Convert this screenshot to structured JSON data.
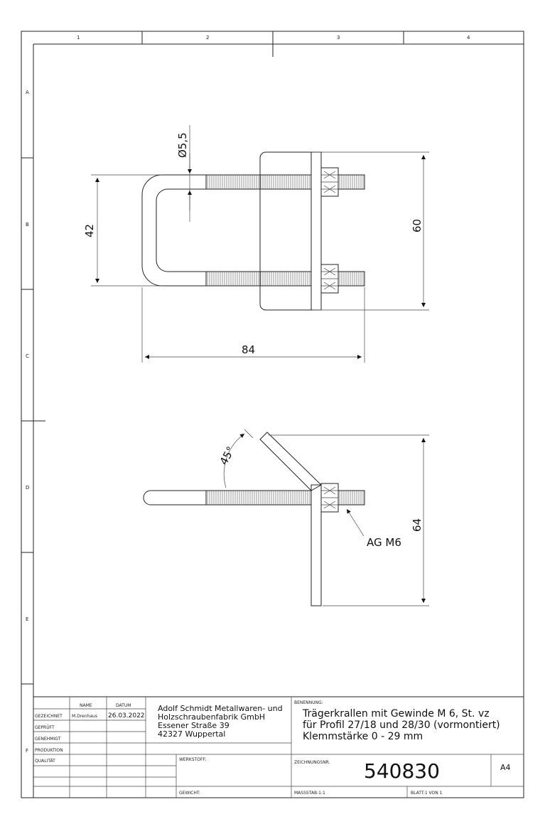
{
  "frame": {
    "columns": [
      "1",
      "2",
      "3",
      "4"
    ],
    "rows": [
      "A",
      "B",
      "C",
      "D",
      "E",
      "F"
    ]
  },
  "top_view": {
    "dim_diameter": "Ø5,5",
    "dim_height_inner": "42",
    "dim_height_outer": "60",
    "dim_width": "84"
  },
  "side_view": {
    "dim_angle": "45°",
    "dim_height": "64",
    "thread_label": "AG M6"
  },
  "title_block": {
    "col_name": "NAME",
    "col_date": "DATUM",
    "rows": [
      "GEZEICHNET",
      "GEPRÜFT",
      "GENEHMIGT",
      "PRODUKTION",
      "QUALITÄT"
    ],
    "drawn_by": "M.Drenhaus",
    "drawn_date": "26.03.2022",
    "company": [
      "Adolf Schmidt Metallwaren- und",
      "Holzschraubenfabrik GmbH",
      "Essener Straße 39",
      "42327 Wuppertal"
    ],
    "benennung_label": "BENENNUNG:",
    "title_lines": [
      "Trägerkrallen mit Gewinde M 6, St. vz",
      "für Profil 27/18 und 28/30 (vormontiert)",
      "Klemmstärke 0 - 29 mm"
    ],
    "werkstoff_label": "WERKSTOFF:",
    "gewicht_label": "GEWICHT:",
    "zeichnungsnr_label": "ZEICHNUNGSNR.",
    "drawing_number": "540830",
    "format": "A4",
    "massstab": "MASSSTAB:1:1",
    "blatt": "BLATT:1 VON 1"
  }
}
